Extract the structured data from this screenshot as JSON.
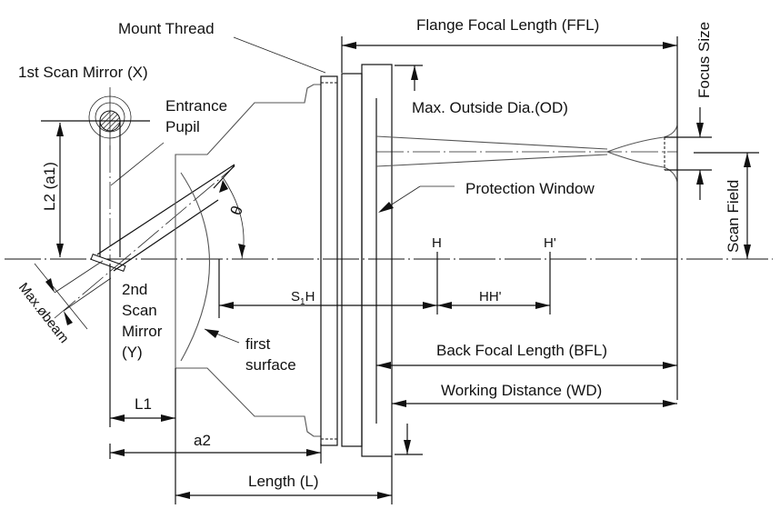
{
  "diagram": {
    "title": "Scan lens dimension drawing",
    "labels": {
      "mount_thread": "Mount Thread",
      "ffl": "Flange Focal Length (FFL)",
      "focus_size": "Focus Size",
      "first_scan_mirror": "1st Scan Mirror (X)",
      "entrance_pupil_line1": "Entrance",
      "entrance_pupil_line2": "Pupil",
      "max_od": "Max. Outside Dia.(OD)",
      "l2_a1": "L2 (a1)",
      "theta": "θ",
      "protection_window": "Protection Window",
      "scan_field": "Scan Field",
      "h": "H",
      "h_prime": "H'",
      "max_beam": "Max.øbeam",
      "second_mirror_line1": "2nd",
      "second_mirror_line2": "Scan",
      "second_mirror_line3": "Mirror",
      "second_mirror_line4": "(Y)",
      "s1h_s": "S",
      "s1h_sub": "1",
      "s1h_h": "H",
      "hh_prime": "HH'",
      "first_surface_line1": "first",
      "first_surface_line2": "surface",
      "bfl": "Back Focal Length (BFL)",
      "wd": "Working Distance (WD)",
      "l1": "L1",
      "a2": "a2",
      "length": "Length (L)"
    }
  }
}
